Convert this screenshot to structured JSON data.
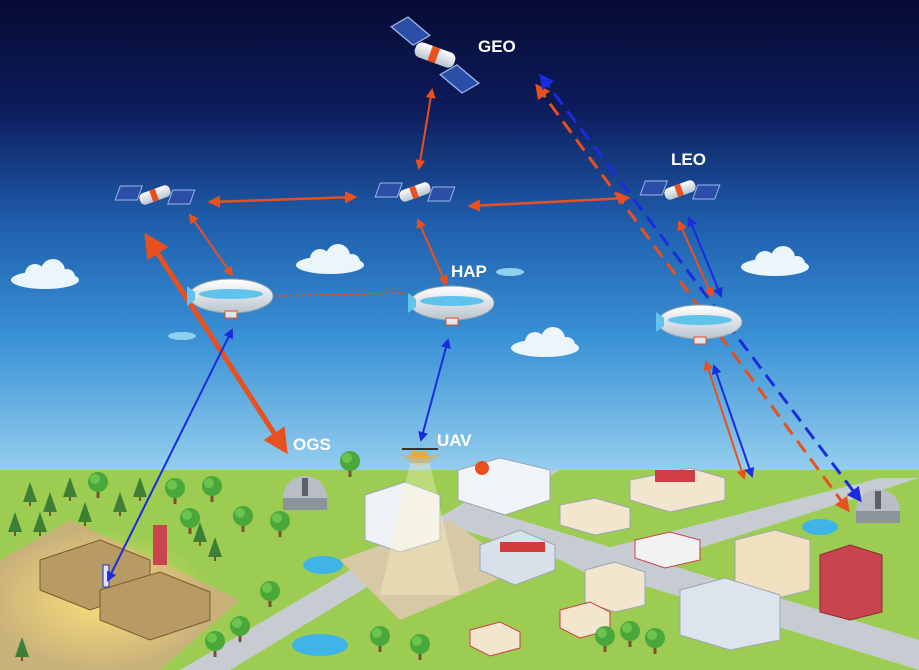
{
  "labels": {
    "geo": "GEO",
    "leo": "LEO",
    "hap": "HAP",
    "ogs": "OGS",
    "uav": "UAV"
  },
  "colors": {
    "sky_top": "#070b33",
    "sky_mid": "#1f5fae",
    "sky_bottom": "#8fd0f0",
    "ground": "#9ccc52",
    "link_red": "#e8501e",
    "link_blue": "#1b2be0"
  }
}
